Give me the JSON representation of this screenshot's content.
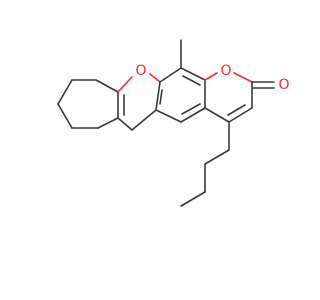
{
  "diagram": {
    "type": "skeletal-formula",
    "atom_labels": {
      "furan_oxygen": "O",
      "pyranone_ring_oxygen": "O",
      "carbonyl_oxygen": "O"
    },
    "colors": {
      "bond": "#3a3a3a",
      "oxygen": "#ff2a2a",
      "background": "#ffffff"
    }
  }
}
